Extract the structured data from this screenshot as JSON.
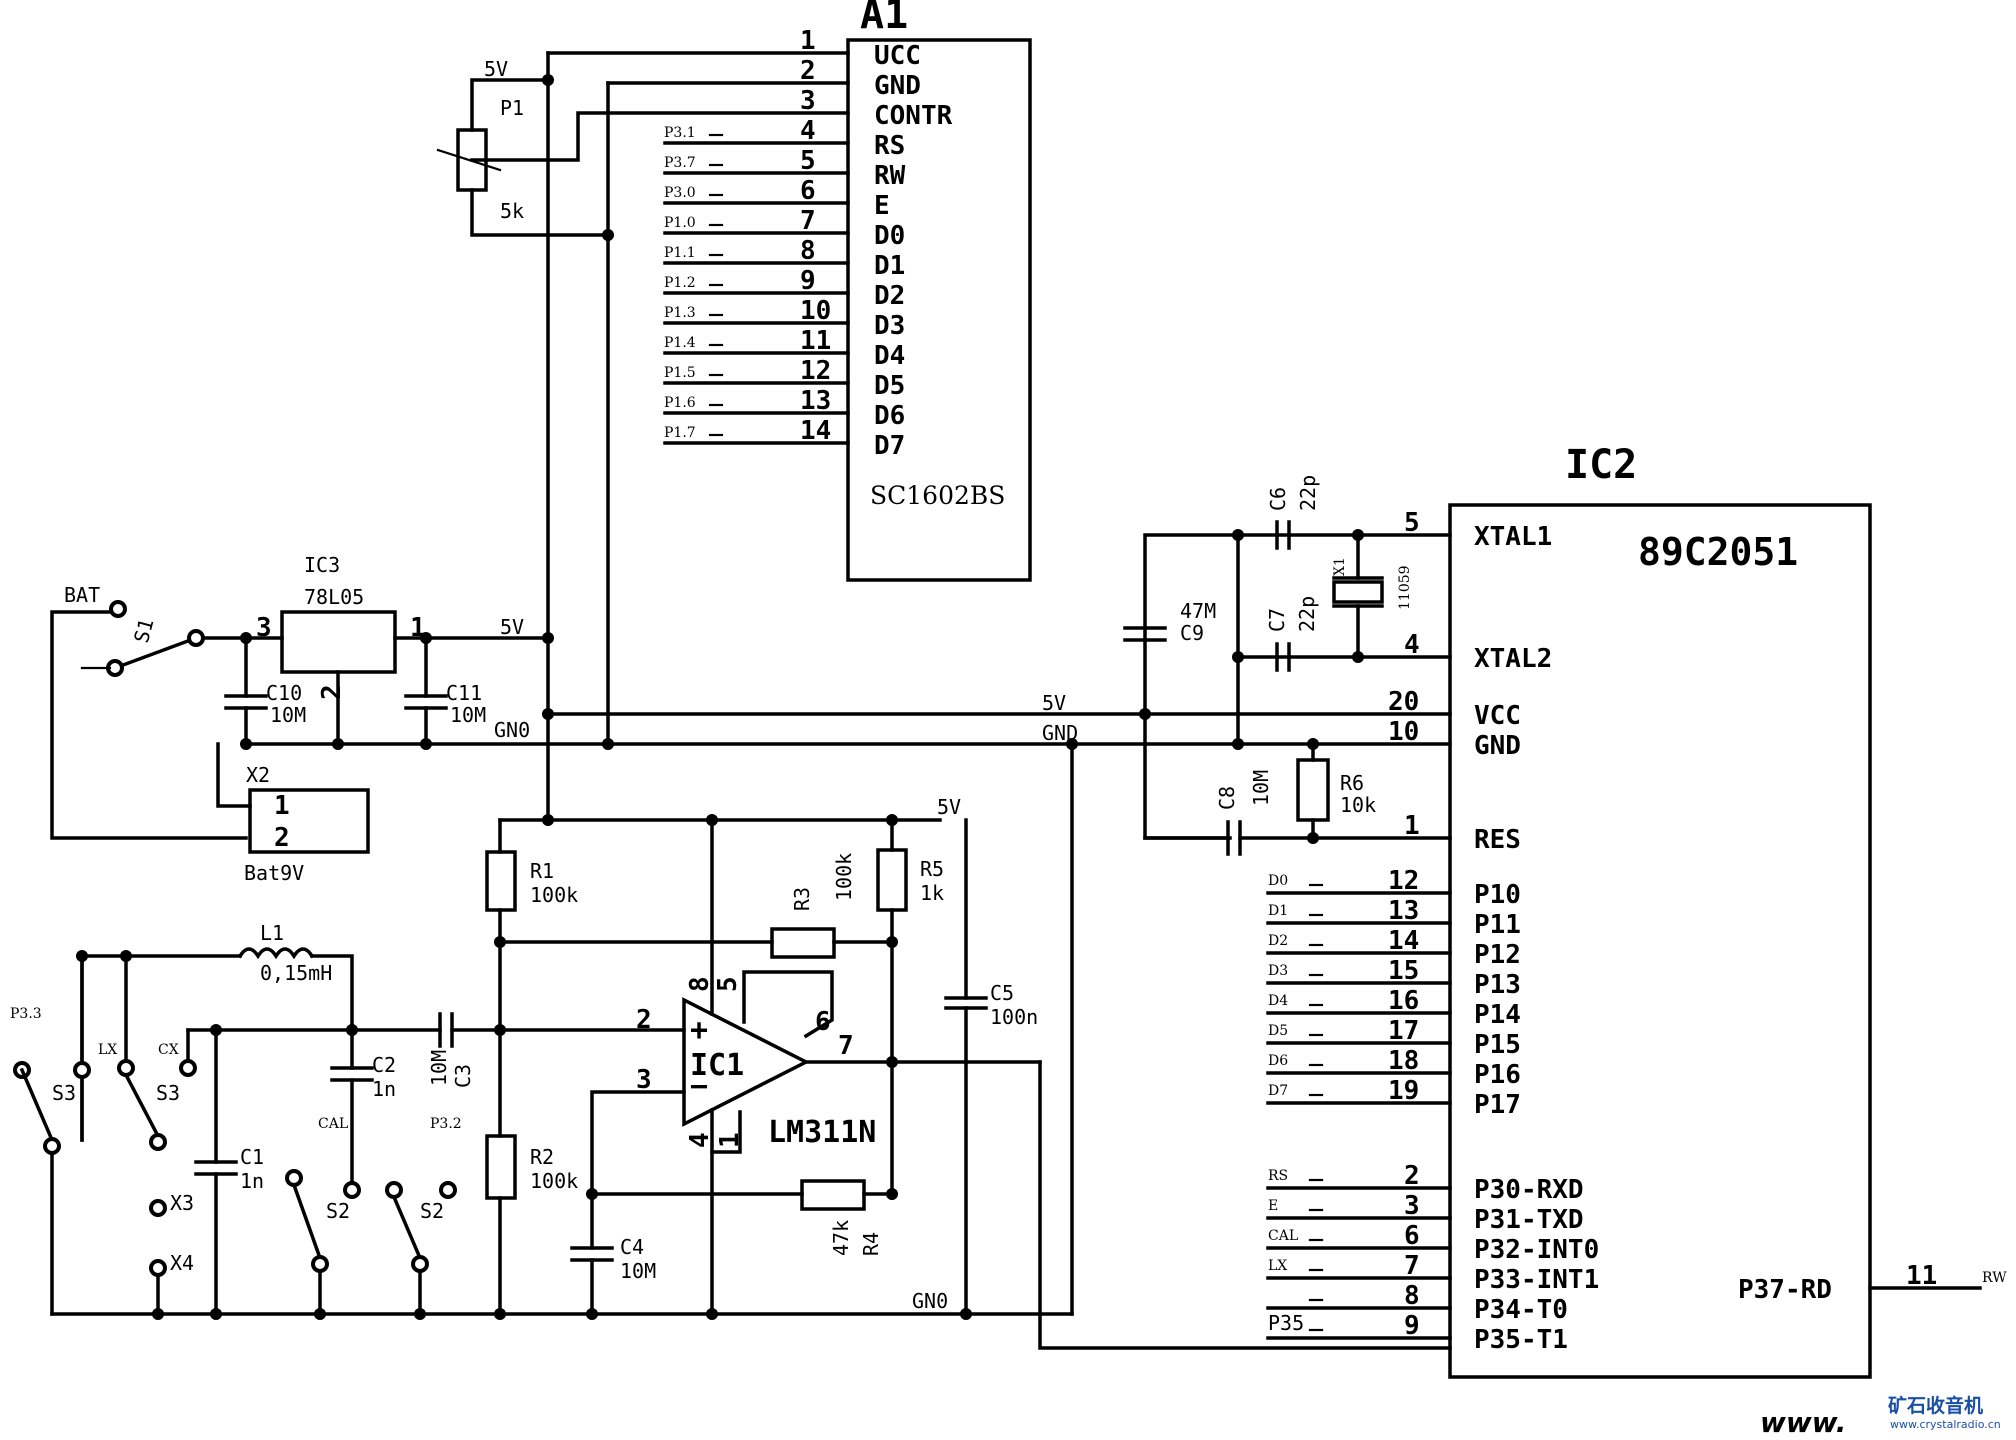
{
  "a1": {
    "ref": "A1",
    "part": "SC1602BS",
    "pin_names": [
      "UCC",
      "GND",
      "CONTR",
      "RS",
      "RW",
      "E",
      "D0",
      "D1",
      "D2",
      "D3",
      "D4",
      "D5",
      "D6",
      "D7"
    ],
    "pin_numbers": [
      "1",
      "2",
      "3",
      "4",
      "5",
      "6",
      "7",
      "8",
      "9",
      "10",
      "11",
      "12",
      "13",
      "14"
    ],
    "nets": [
      "P3.1",
      "P3.7",
      "P3.0",
      "P1.0",
      "P1.1",
      "P1.2",
      "P1.3",
      "P1.4",
      "P1.5",
      "P1.6",
      "P1.7"
    ]
  },
  "ic2": {
    "ref": "IC2",
    "part": "89C2051",
    "pins": [
      {
        "name": "XTAL1",
        "num": "5"
      },
      {
        "name": "XTAL2",
        "num": "4"
      },
      {
        "name": "VCC",
        "num": "20"
      },
      {
        "name": "GND",
        "num": "10"
      },
      {
        "name": "RES",
        "num": "1"
      },
      {
        "name": "P10",
        "num": "12",
        "net": "D0"
      },
      {
        "name": "P11",
        "num": "13",
        "net": "D1"
      },
      {
        "name": "P12",
        "num": "14",
        "net": "D2"
      },
      {
        "name": "P13",
        "num": "15",
        "net": "D3"
      },
      {
        "name": "P14",
        "num": "16",
        "net": "D4"
      },
      {
        "name": "P15",
        "num": "17",
        "net": "D5"
      },
      {
        "name": "P16",
        "num": "18",
        "net": "D6"
      },
      {
        "name": "P17",
        "num": "19",
        "net": "D7"
      },
      {
        "name": "P30-RXD",
        "num": "2",
        "net": "RS"
      },
      {
        "name": "P31-TXD",
        "num": "3",
        "net": "E"
      },
      {
        "name": "P32-INT0",
        "num": "6",
        "net": "CAL"
      },
      {
        "name": "P33-INT1",
        "num": "7",
        "net": "LX"
      },
      {
        "name": "P34-T0",
        "num": "8",
        "net": ""
      },
      {
        "name": "P35-T1",
        "num": "9",
        "net": "P35"
      },
      {
        "name": "P37-RD",
        "num": "11",
        "net": "RW"
      }
    ]
  },
  "ic3": {
    "ref": "IC3",
    "part": "78L05",
    "pin_in": "3",
    "pin_out": "1",
    "pin_gnd": "2"
  },
  "ic1": {
    "ref": "IC1",
    "part": "LM311N",
    "pin_plus": "2",
    "pin_minus": "3",
    "pin_out": "7",
    "pin_v": "8",
    "pin_gnd": "4",
    "pin_bal": "5",
    "pin_bals": "6",
    "pin_g": "1"
  },
  "components": {
    "p1_ref": "P1",
    "p1_val": "5k",
    "r1_ref": "R1",
    "r1_val": "100k",
    "r2_ref": "R2",
    "r2_val": "100k",
    "r3_ref": "R3",
    "r3_val": "100k",
    "r4_ref": "R4",
    "r4_val": "47k",
    "r5_ref": "R5",
    "r5_val": "1k",
    "r6_ref": "R6",
    "r6_val": "10k",
    "c1_ref": "C1",
    "c1_val": "1n",
    "c2_ref": "C2",
    "c2_val": "1n",
    "c3_ref": "C3",
    "c3_val": "10M",
    "c4_ref": "C4",
    "c4_val": "10M",
    "c5_ref": "C5",
    "c5_val": "100n",
    "c6_ref": "C6",
    "c6_val": "22p",
    "c7_ref": "C7",
    "c7_val": "22p",
    "c8_ref": "C8",
    "c8_val": "10M",
    "c9_ref": "C9",
    "c9_val": "47M",
    "c10_ref": "C10",
    "c10_val": "10M",
    "c11_ref": "C11",
    "c11_val": "10M",
    "l1_ref": "L1",
    "l1_val": "0,15mH",
    "x1_ref": "X1",
    "x1_val": "11059",
    "x2_ref": "X2",
    "x2_pin1": "1",
    "x2_pin2": "2",
    "x2_val": "Bat9V",
    "x3": "X3",
    "x4": "X4",
    "s1": "S1",
    "s2a": "S2",
    "s2b": "S2",
    "s3a": "S3",
    "s3b": "S3"
  },
  "nets": {
    "v5": "5V",
    "gnd": "GND",
    "gnd_alt": "GN0",
    "bat": "BAT",
    "p33": "P3.3",
    "p32": "P3.2",
    "lx": "LX",
    "cx": "CX",
    "cal": "CAL"
  },
  "watermark": {
    "url": "www.",
    "brand": "矿石收音机",
    "site": "www.crystalradio.cn"
  }
}
